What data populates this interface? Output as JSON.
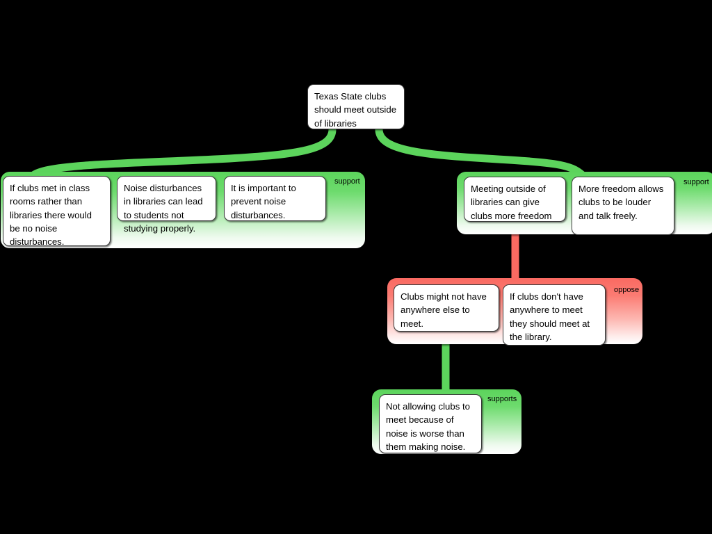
{
  "diagram": {
    "type": "argument-map",
    "background_color": "#000000",
    "support_color": "#5cd45c",
    "oppose_color": "#fa6a62"
  },
  "root": {
    "text": "Texas State clubs should meet outside of libraries"
  },
  "groups": [
    {
      "id": "left-support",
      "label": "support",
      "stance": "support",
      "cards": [
        {
          "text": "If clubs met in class rooms rather than libraries there would be no noise disturbances."
        },
        {
          "text": "Noise disturbances in libraries can lead to students not studying properly."
        },
        {
          "text": "It is important to prevent noise disturbances."
        }
      ]
    },
    {
      "id": "right-support",
      "label": "support",
      "stance": "support",
      "cards": [
        {
          "text": "Meeting outside of libraries can give clubs more freedom"
        },
        {
          "text": "More freedom allows clubs to be louder and talk freely."
        }
      ]
    },
    {
      "id": "oppose",
      "label": "oppose",
      "stance": "oppose",
      "cards": [
        {
          "text": "Clubs might not have anywhere else to meet."
        },
        {
          "text": "If clubs don't have anywhere to meet they should meet at the library."
        }
      ]
    },
    {
      "id": "bottom-support",
      "label": "supports",
      "stance": "support",
      "cards": [
        {
          "text": "Not allowing clubs to meet because of noise is worse than them making noise."
        }
      ]
    }
  ]
}
